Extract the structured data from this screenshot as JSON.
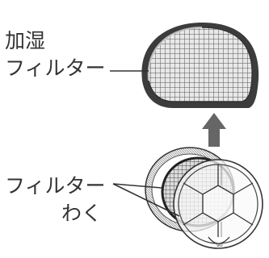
{
  "labels": {
    "humidifier_filter": {
      "line1": "加湿",
      "line2": "フィルター"
    },
    "filter_frame": {
      "line1": "フィルター",
      "line2": "わく"
    }
  },
  "frame_mark": "90",
  "colors": {
    "text": "#333333",
    "outline": "#333333",
    "arrow": "#666666",
    "filter_face": "#e6e6e6",
    "filter_rim": "#3c3c3c",
    "frame_shade": "#f2f2f2"
  },
  "icons": {
    "arrow": "arrow-up-icon"
  }
}
